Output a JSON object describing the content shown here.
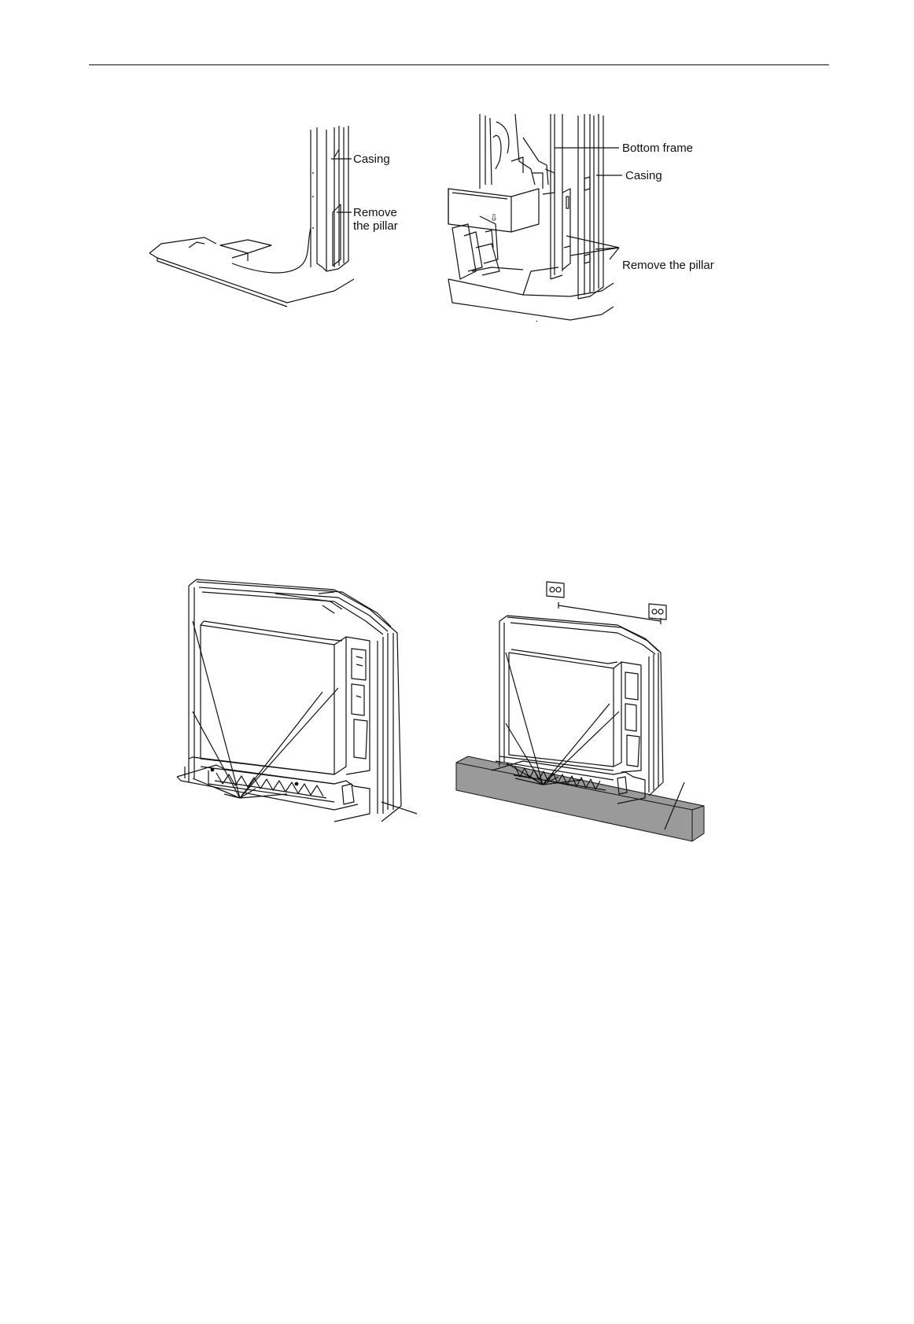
{
  "figures": {
    "top_left": {
      "labels": {
        "casing": "Casing",
        "remove_line1": "Remove",
        "remove_line2": "the pillar"
      }
    },
    "top_right": {
      "labels": {
        "bottom_frame": "Bottom frame",
        "casing": "Casing",
        "remove_pillar": "Remove the pillar"
      }
    },
    "bottom_left": {},
    "bottom_right": {}
  },
  "colors": {
    "line": "#111111",
    "floor_block": "#9a9a9a"
  }
}
